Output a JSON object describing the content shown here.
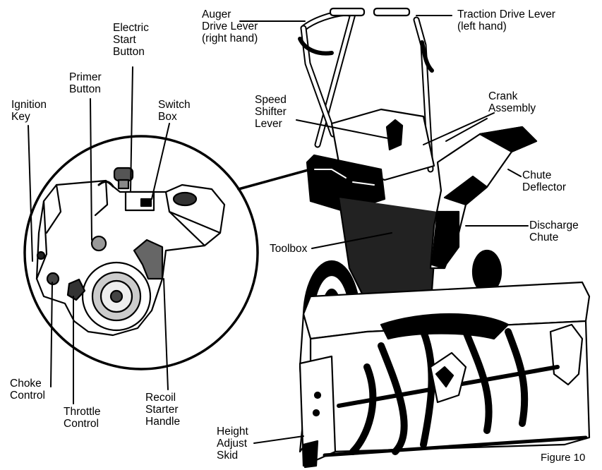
{
  "labels": {
    "auger_drive_lever": "Auger\nDrive Lever\n(right hand)",
    "traction_drive_lever": "Traction Drive Lever\n(left hand)",
    "electric_start_button": "Electric\nStart\nButton",
    "primer_button": "Primer\nButton",
    "ignition_key": "Ignition\nKey",
    "switch_box": "Switch\nBox",
    "speed_shifter_lever": "Speed\nShifter\nLever",
    "crank_assembly": "Crank\nAssembly",
    "chute_deflector": "Chute\nDeflector",
    "discharge_chute": "Discharge\nChute",
    "toolbox": "Toolbox",
    "choke_control": "Choke\nControl",
    "throttle_control": "Throttle\nControl",
    "recoil_starter_handle": "Recoil\nStarter\nHandle",
    "height_adjust_skid": "Height\nAdjust\nSkid"
  },
  "caption": "Figure 10"
}
